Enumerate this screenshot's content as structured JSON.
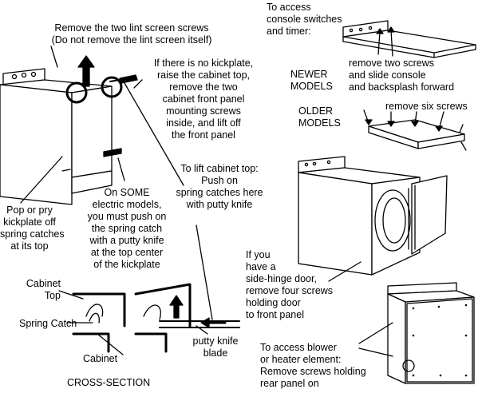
{
  "labels": {
    "lint": [
      "Remove the two lint screen screws",
      "(Do not remove the lint screen itself)"
    ],
    "no_kickplate": [
      "If there is no kickplate,",
      "raise the cabinet top,",
      "remove the two",
      "cabinet front panel",
      "mounting screws",
      "inside, and lift off",
      "the front panel"
    ],
    "access_console": [
      "To access",
      "console switches",
      "and timer:"
    ],
    "newer_models": [
      "NEWER",
      "MODELS"
    ],
    "newer_instr": [
      "remove two screws",
      "and slide console",
      "and backsplash forward"
    ],
    "older_models": [
      "OLDER",
      "MODELS"
    ],
    "older_instr": [
      "remove six screws"
    ],
    "lift_top": [
      "To lift cabinet top:",
      "Push on",
      "spring catches here",
      "with putty knife"
    ],
    "kickplate": [
      "Pop or pry",
      "kickplate off",
      "spring catches",
      "at its top"
    ],
    "electric": [
      "On SOME",
      "electric models,",
      "you must push on",
      "the spring catch",
      "with a putty knife",
      "at the top center",
      "of the kickplate"
    ],
    "side_hinge": [
      "If you",
      "have a",
      "side-hinge door,",
      "remove four screws",
      "holding door",
      "to front panel"
    ],
    "cabinet_top": [
      "Cabinet",
      "Top"
    ],
    "spring_catch": [
      "Spring Catch"
    ],
    "cabinet": [
      "Cabinet"
    ],
    "putty_blade": [
      "putty knife",
      "blade"
    ],
    "cross_section": [
      "CROSS-SECTION"
    ],
    "blower": [
      "To access blower",
      "or heater element:",
      "Remove screws holding",
      "rear panel on"
    ]
  }
}
